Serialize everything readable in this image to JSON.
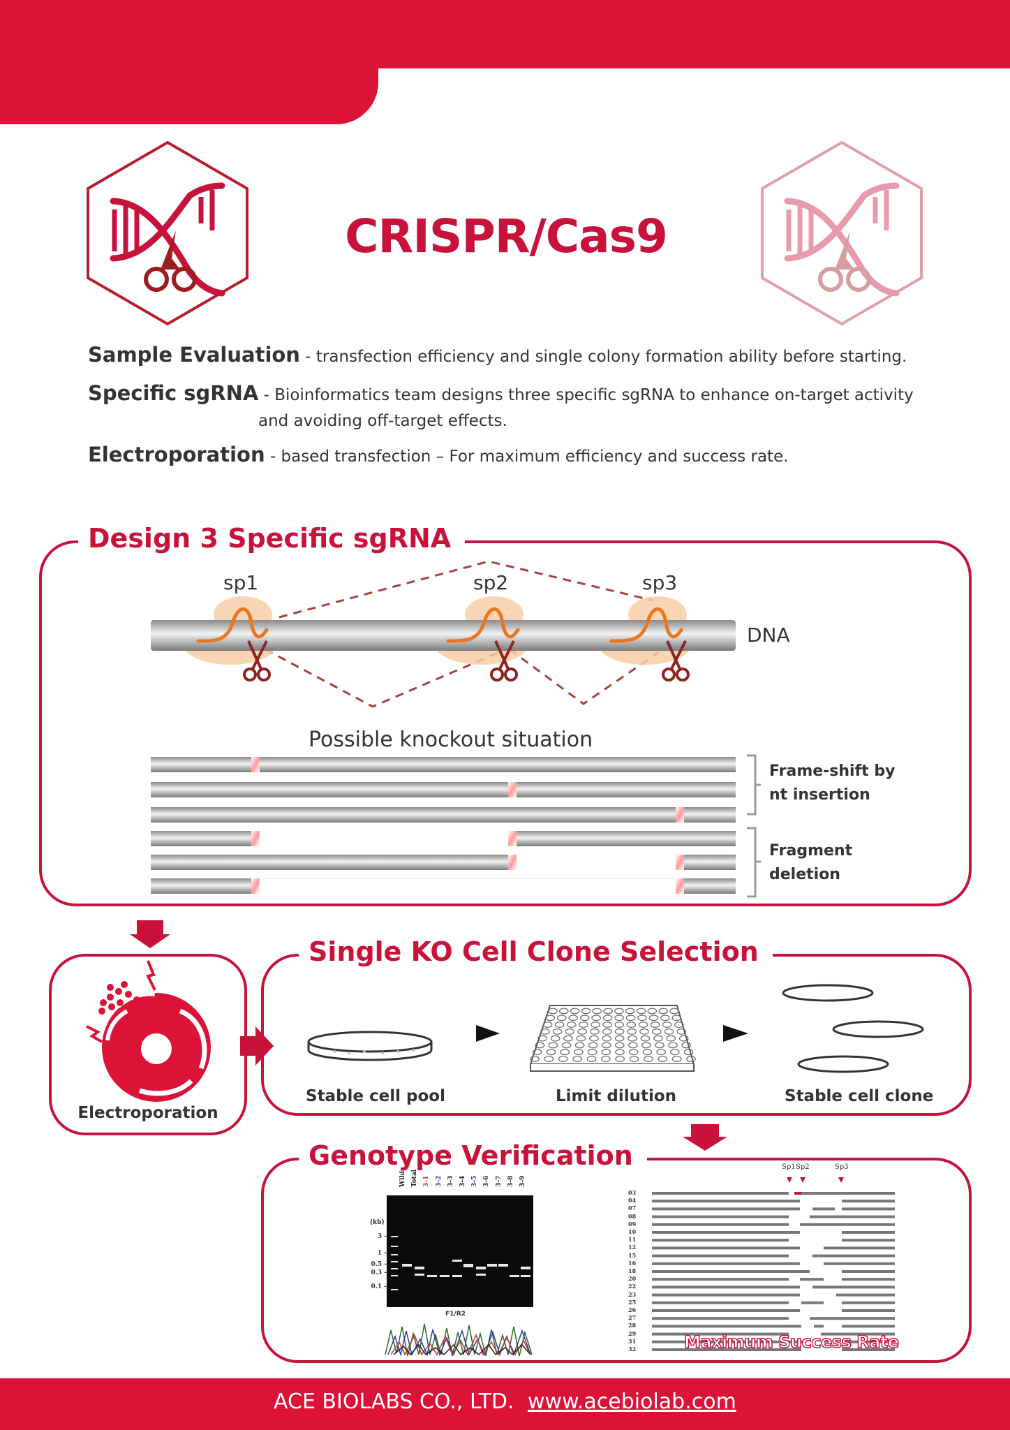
{
  "title": "CRISPR/Cas9",
  "features": [
    {
      "term": "Sample Evaluation",
      "desc": "- transfection efficiency and single colony formation ability before starting."
    },
    {
      "term": "Specific sgRNA",
      "desc": "- Bioinformatics team designs three specific sgRNA to enhance on-target activity",
      "desc_cont": "and avoiding off-target effects."
    },
    {
      "term": "Electroporation",
      "desc": "- based transfection – For maximum efficiency and success rate."
    }
  ],
  "design": {
    "heading": "Design 3 Specific sgRNA",
    "sp_labels": [
      "sp1",
      "sp2",
      "sp3"
    ],
    "dna_label": "DNA",
    "knockout_title": "Possible knockout  situation",
    "legend": [
      {
        "label": "Frame-shift by nt insertion"
      },
      {
        "label": "Fragment deletion"
      }
    ]
  },
  "electroporation": {
    "label": "Electroporation"
  },
  "clone": {
    "heading": "Single KO Cell Clone Selection",
    "steps": [
      "Stable cell pool",
      "Limit dilution",
      "Stable cell clone"
    ]
  },
  "genotype": {
    "heading": "Genotype Verification",
    "gel_lane_labels": [
      "Wild",
      "Total",
      "3-1",
      "3-2",
      "3-3",
      "3-4",
      "3-5",
      "3-6",
      "3-7",
      "3-8",
      "3-9"
    ],
    "gel_kb_title": "(kb)",
    "gel_kb_ticks": [
      "3 -",
      "1 -",
      "0.5 -",
      "0.3 -",
      "0.1 -"
    ],
    "gel_caption": "F1/R2",
    "align_sp_labels": [
      "Sp1",
      "Sp2",
      "Sp3"
    ],
    "align_rows": [
      "03",
      "04",
      "07",
      "08",
      "09",
      "10",
      "11",
      "12",
      "15",
      "16",
      "18",
      "20",
      "22",
      "23",
      "25",
      "26",
      "27",
      "28",
      "29",
      "31",
      "32"
    ],
    "success_text": "Maximum Success Rate"
  },
  "footer": {
    "company": "ACE BIOLABS CO., LTD.",
    "url": "www.acebiolab.com"
  },
  "colors": {
    "brand_red": "#dc1236",
    "title_red": "#c8123a",
    "dark_red": "#9b1c22",
    "sgrna_orange": "#e87722",
    "halo": "#f7cfa8"
  }
}
